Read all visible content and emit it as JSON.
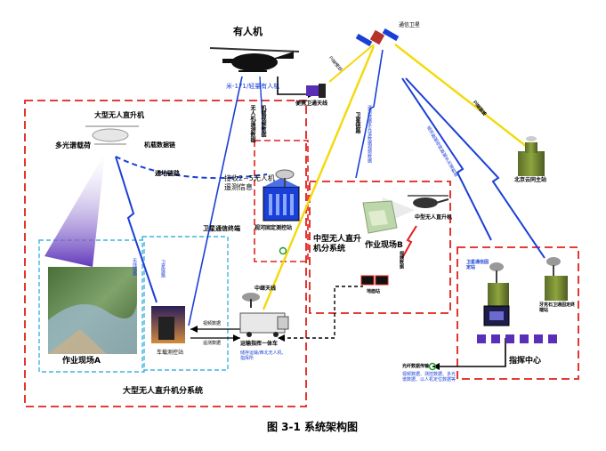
{
  "diagram": {
    "caption": "图 3-1  系统架构图",
    "nodes": {
      "manned_heli_title": "有人机",
      "manned_heli_sub": "米-171/轻量有人机",
      "sat_label": "通信卫星",
      "big_heli_title": "大型无人直升机",
      "multispectral_pod": "多光谱载荷",
      "airborne_link": "机载数据链",
      "ground_link": "通地链路",
      "portable_sat_terminal": "便携卫通天线",
      "ground_mcs_title": "接收2~5无人机遥测信息",
      "river_fixed_station": "视河固定测控站",
      "sat_terminal": "卫星通信终端",
      "site_a": "作业现场A",
      "vehicle_ctrl_station": "车载测控站",
      "relay_antenna": "中继天线",
      "transport_vehicle": "运输指挥一体车",
      "transport_vehicle_sub": "储存运输/西北无人机、指挥所",
      "video_data": "视频数据",
      "telemetry_data": "遥测数据",
      "big_subsystem": "大型无人直升机分系统",
      "mid_heli": "中型无人直升机",
      "mid_subsystem": "中型无人直升机分系统",
      "site_b": "作业现场B",
      "ground_station": "地面站",
      "beijing_station": "北京云同主站",
      "sat_fixed_station": "卫星通信固定站",
      "ya_station": "牙克石卫通固定终端站",
      "cmd_center": "指挥中心",
      "fiber_link": "光纤数据传输",
      "fiber_desc": "视频数据、测控数据、多光谱数据、以人机定位数据等"
    },
    "link_texts": {
      "heli_up": "卫星通信",
      "heli_down_1": "无人机遥测数据",
      "heli_down_2": "机载视频数据",
      "yellow_mid": "卫星链路",
      "blue_mid": "遥测数据多光谱数据视频数据",
      "blue_right": "遥测数据视频数据多光谱数据",
      "yellow_right": "卫星链路",
      "blue_vert_a": "无线链路",
      "blue_vert_b": "卫星链路",
      "mid_red": "视频数据"
    },
    "colors": {
      "red_dashed": "#e0201c",
      "cyan_dashed": "#3fb3e0",
      "blue_link": "#1a3fd6",
      "yellow_link": "#f4d90a",
      "purple_beam": "#5a2fb8",
      "title_blue": "#1a3fd6"
    }
  }
}
